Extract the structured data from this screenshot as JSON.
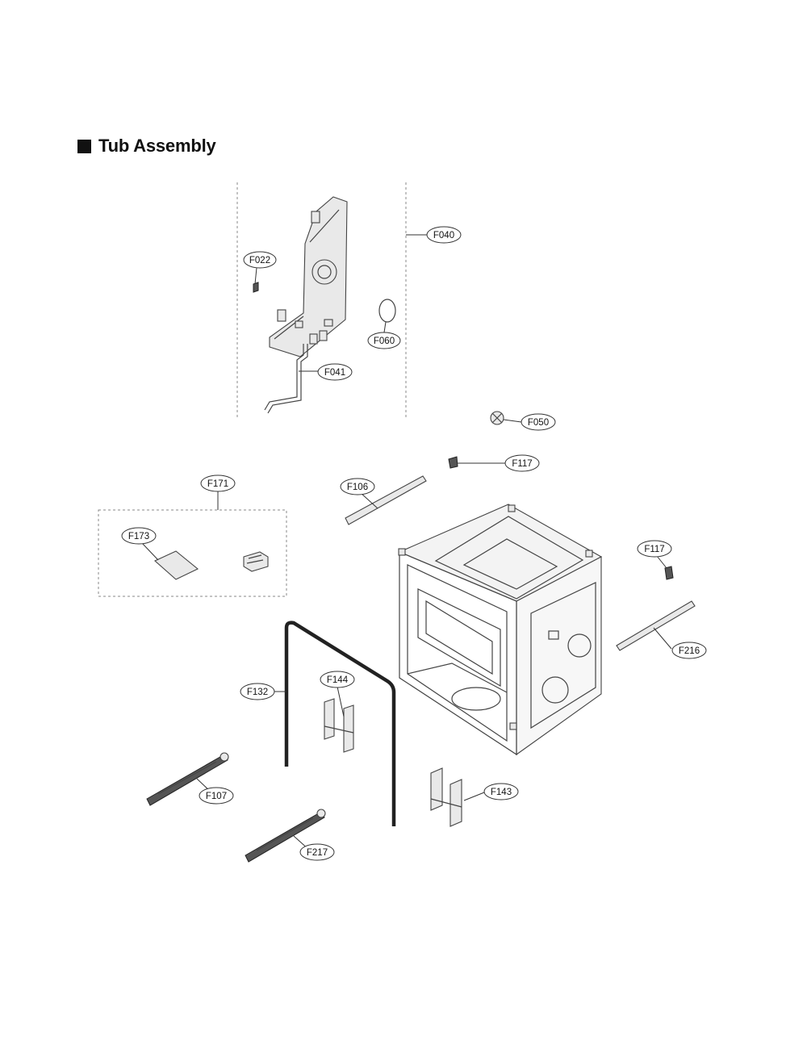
{
  "heading": {
    "title": "Tub Assembly"
  },
  "callouts": [
    {
      "id": "F040",
      "label": "F040"
    },
    {
      "id": "F022",
      "label": "F022"
    },
    {
      "id": "F060",
      "label": "F060"
    },
    {
      "id": "F041",
      "label": "F041"
    },
    {
      "id": "F050",
      "label": "F050"
    },
    {
      "id": "F117a",
      "label": "F117"
    },
    {
      "id": "F171",
      "label": "F171"
    },
    {
      "id": "F106",
      "label": "F106"
    },
    {
      "id": "F173",
      "label": "F173"
    },
    {
      "id": "F117b",
      "label": "F117"
    },
    {
      "id": "F216",
      "label": "F216"
    },
    {
      "id": "F132",
      "label": "F132"
    },
    {
      "id": "F144",
      "label": "F144"
    },
    {
      "id": "F107",
      "label": "F107"
    },
    {
      "id": "F143",
      "label": "F143"
    },
    {
      "id": "F217",
      "label": "F217"
    }
  ]
}
